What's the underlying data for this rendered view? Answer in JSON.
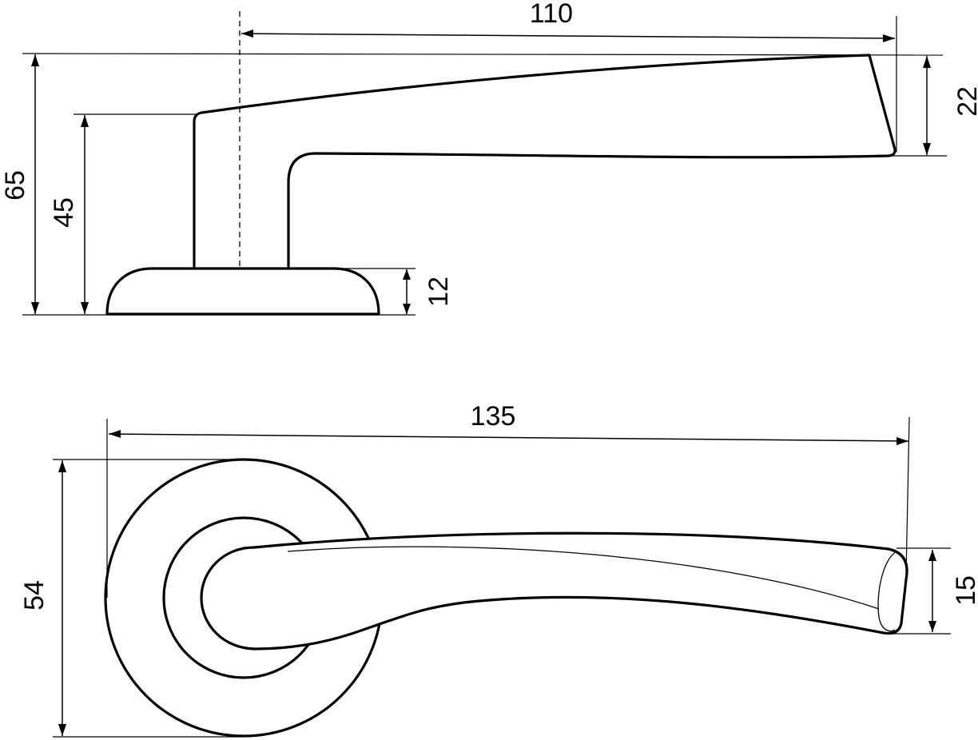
{
  "side_view": {
    "dimensions": {
      "total_length": "110",
      "total_height": "65",
      "lever_height": "45",
      "lever_tip_height": "22",
      "rose_height": "12"
    }
  },
  "top_view": {
    "dimensions": {
      "overall_length": "135",
      "rose_diameter": "54",
      "lever_tip_width": "15"
    }
  },
  "colors": {
    "line": "#000000",
    "background": "#ffffff"
  }
}
